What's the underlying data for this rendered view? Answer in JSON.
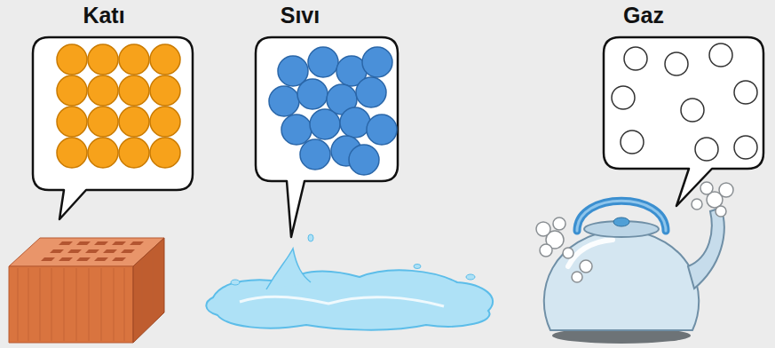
{
  "diagram": {
    "nodes": [
      {
        "text": [
          "Katı"
        ]
      },
      {
        "text": [
          "Sıvı"
        ]
      },
      {
        "text": [
          "Gaz"
        ]
      }
    ]
  }
}
